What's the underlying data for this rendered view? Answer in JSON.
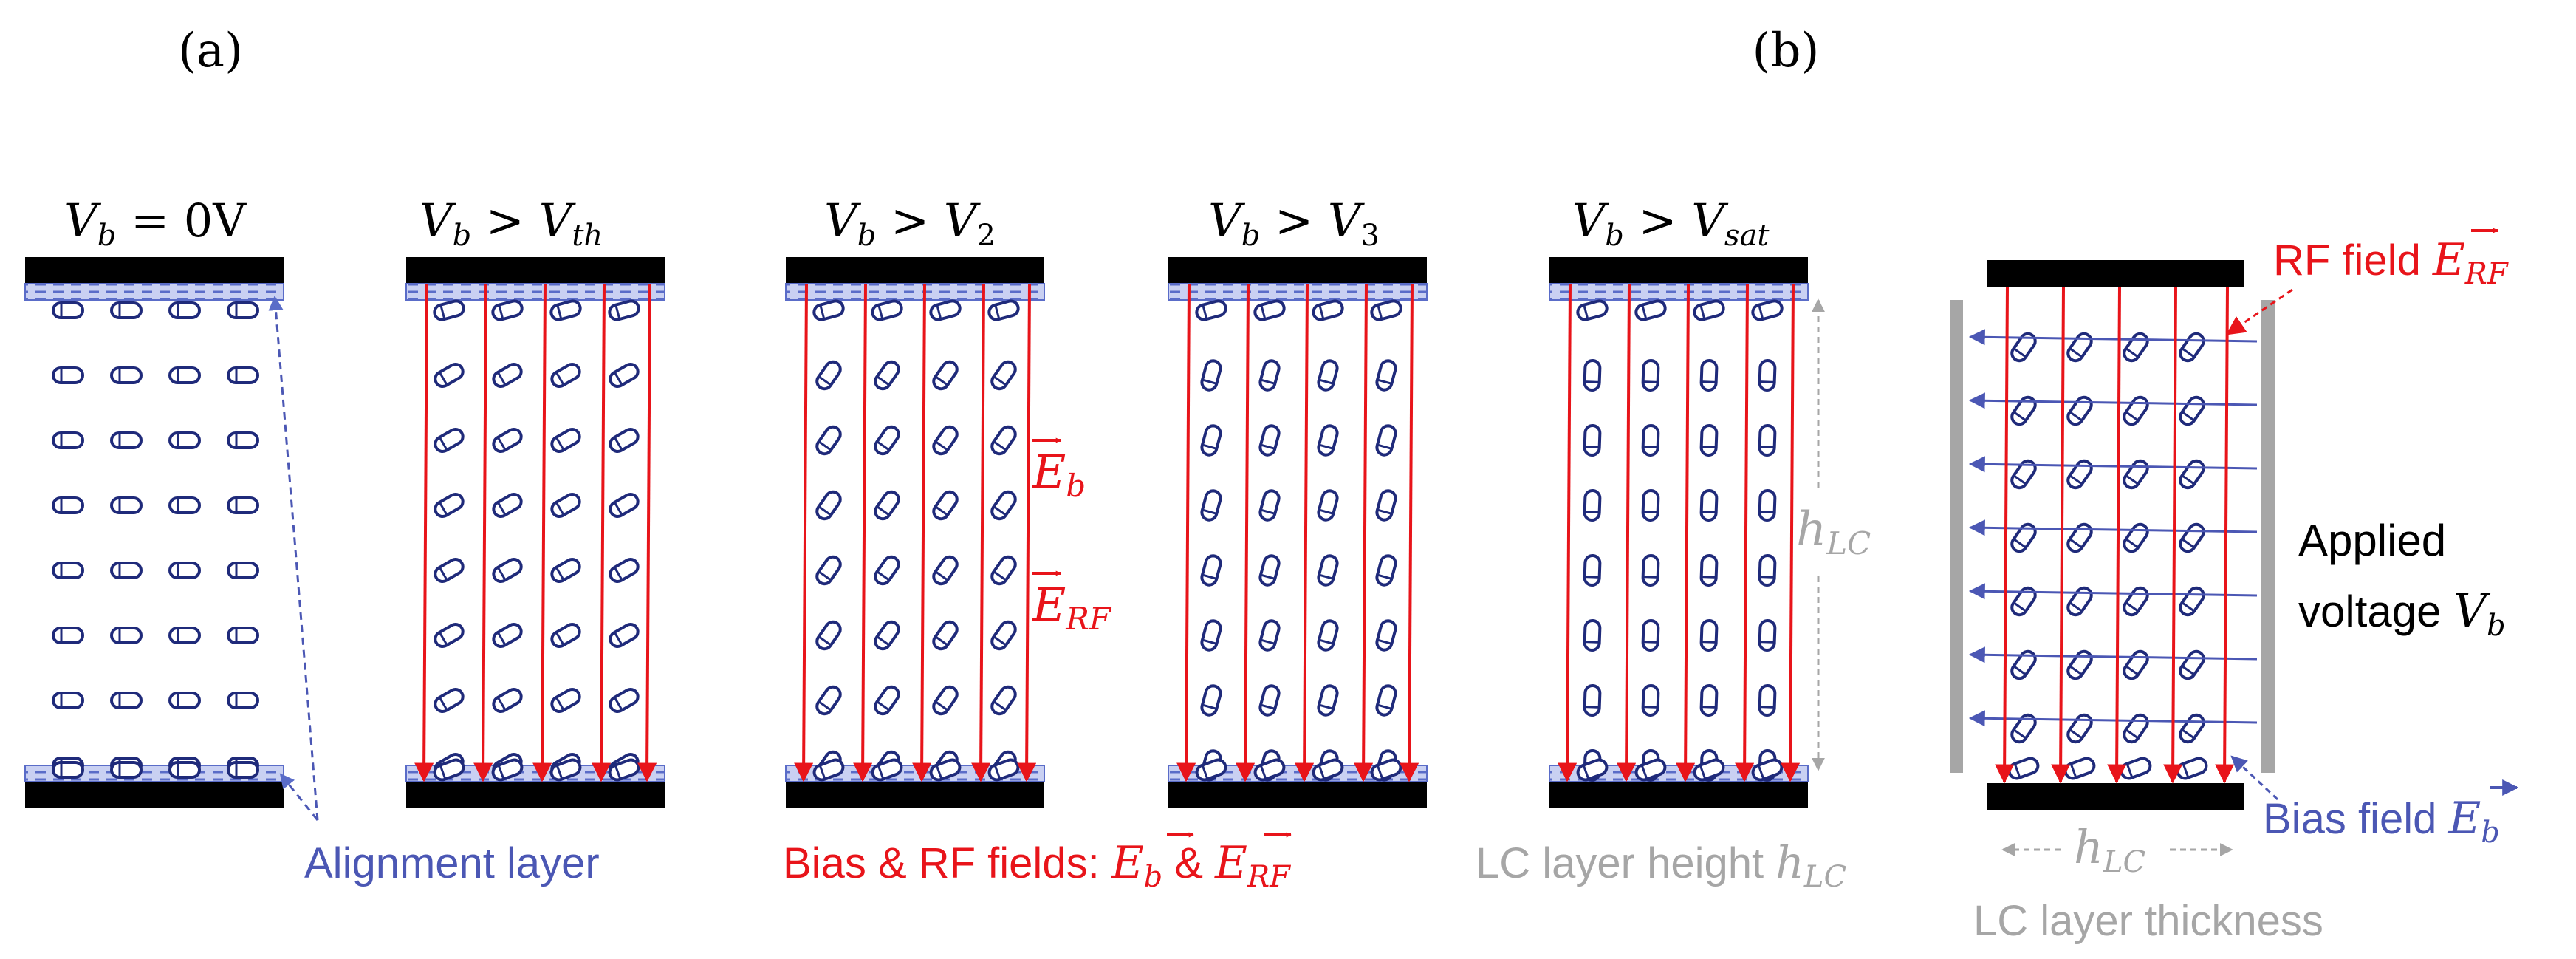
{
  "panel_labels": {
    "a": "(a)",
    "b": "(b)"
  },
  "cells": [
    {
      "title_var": "V",
      "title_sub": "b",
      "title_op": "=",
      "title_rhs": "0V",
      "title_rhs_sub": ""
    },
    {
      "title_var": "V",
      "title_sub": "b",
      "title_op": ">",
      "title_rhs": "V",
      "title_rhs_sub": "th"
    },
    {
      "title_var": "V",
      "title_sub": "b",
      "title_op": ">",
      "title_rhs": "V",
      "title_rhs_sub": "2"
    },
    {
      "title_var": "V",
      "title_sub": "b",
      "title_op": ">",
      "title_rhs": "V",
      "title_rhs_sub": "3"
    },
    {
      "title_var": "V",
      "title_sub": "b",
      "title_op": ">",
      "title_rhs": "V",
      "title_rhs_sub": "sat"
    }
  ],
  "labels": {
    "alignment_layer": "Alignment layer",
    "bias_rf_fields_prefix": "Bias & RF fields: ",
    "eb_var": "E",
    "eb_sub": "b",
    "amp": "&",
    "erf_var": "E",
    "erf_sub": "RF",
    "hlc_var": "h",
    "hlc_sub": "LC",
    "lc_height_prefix": "LC layer height ",
    "rf_field_prefix": "RF field ",
    "applied_line1": "Applied",
    "applied_line2": "voltage ",
    "vb_var": "V",
    "vb_sub": "b",
    "bias_field_prefix": "Bias field ",
    "lc_thickness": "LC layer thickness"
  },
  "colors": {
    "plate": "#000000",
    "lc": "#1f2a7a",
    "alignment": "#5a6cc8",
    "rf_field": "#e8141a",
    "bias_field": "#4b57b4",
    "dimension": "#a6a6a6",
    "electrode": "#a6a6a6"
  },
  "molecules": {
    "rows": 8,
    "columns": 4,
    "tilt_deg_per_cell": [
      0,
      30,
      55,
      75,
      88
    ],
    "tilt_deg_panel_b": 55
  },
  "icons": [
    "field-arrow-icon",
    "dimension-arrow-icon",
    "lc-molecule-icon"
  ]
}
